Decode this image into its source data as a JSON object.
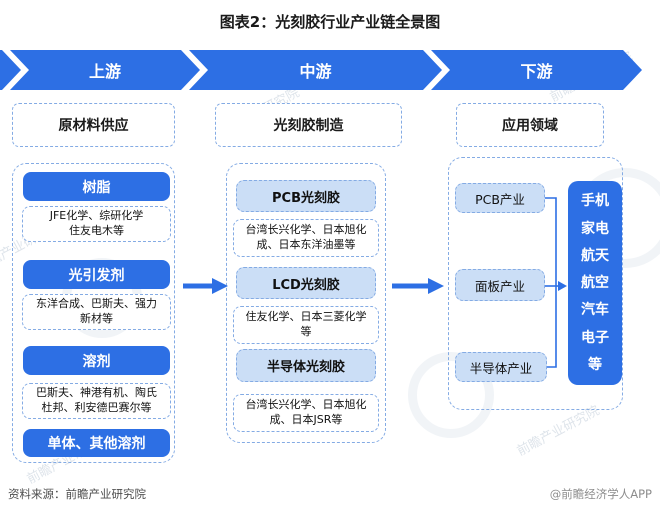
{
  "title": "图表2：光刻胶行业产业链全景图",
  "colors": {
    "primary_blue": "#2D6FE4",
    "light_blue_fill": "#CBDEF6",
    "dashed_border_blue": "#84ABE4",
    "text_dark": "#1A1A1A",
    "footer_gray": "#4D4D4D"
  },
  "banner": {
    "segments": [
      {
        "label": "上游"
      },
      {
        "label": "中游"
      },
      {
        "label": "下游"
      }
    ]
  },
  "upstream": {
    "header": "原材料供应",
    "groups": [
      {
        "label": "树脂",
        "companies": [
          "JFE化学、综研化学",
          "住友电木等"
        ]
      },
      {
        "label": "光引发剂",
        "companies": [
          "东洋合成、巴斯夫、强力",
          "新材等"
        ]
      },
      {
        "label": "溶剂",
        "companies": [
          "巴斯夫、神港有机、陶氏",
          "杜邦、利安德巴赛尔等"
        ]
      }
    ],
    "extra_label": "单体、其他溶剂"
  },
  "midstream": {
    "header": "光刻胶制造",
    "products": [
      {
        "label": "PCB光刻胶",
        "companies": [
          "台湾长兴化学、日本旭化",
          "成、日本东洋油墨等"
        ]
      },
      {
        "label": "LCD光刻胶",
        "companies": [
          "住友化学、日本三菱化学",
          "等"
        ]
      },
      {
        "label": "半导体光刻胶",
        "companies": [
          "台湾长兴化学、日本旭化",
          "成、日本JSR等"
        ]
      }
    ]
  },
  "downstream": {
    "header": "应用领域",
    "industries": [
      {
        "label": "PCB产业"
      },
      {
        "label": "面板产业"
      },
      {
        "label": "半导体产业"
      }
    ],
    "applications": [
      "手机",
      "家电",
      "航天",
      "航空",
      "汽车",
      "电子",
      "等"
    ]
  },
  "footer": {
    "source": "资料来源：前瞻产业研究院",
    "brand": "@前瞻经济学人APP"
  },
  "watermark": {
    "text": "前瞻产业研究院"
  }
}
